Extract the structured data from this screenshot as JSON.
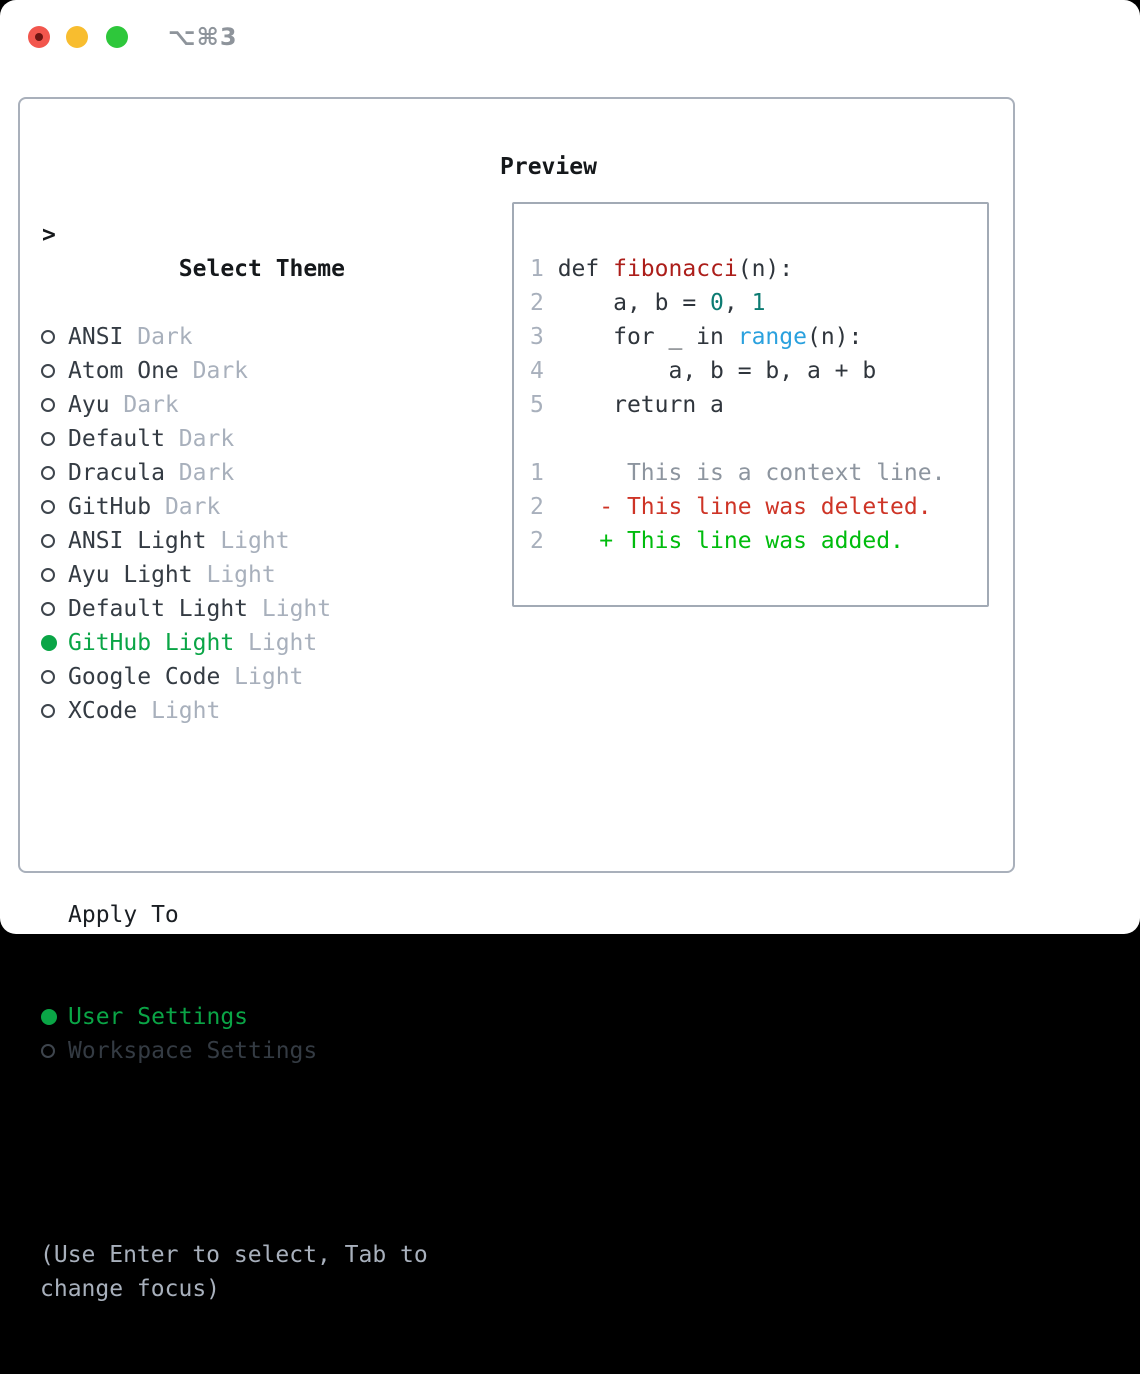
{
  "window": {
    "title": "⌥⌘3"
  },
  "traffic_lights": [
    {
      "name": "close-button",
      "color": "#f2564d",
      "has_dot": true
    },
    {
      "name": "minimize-button",
      "color": "#f8bd2f",
      "has_dot": false
    },
    {
      "name": "zoom-button",
      "color": "#2ec73b",
      "has_dot": false
    }
  ],
  "theme_list": {
    "prompt": ">",
    "header": "Select Theme",
    "items": [
      {
        "name": "ANSI",
        "tag": "Dark",
        "selected": false
      },
      {
        "name": "Atom One",
        "tag": "Dark",
        "selected": false
      },
      {
        "name": "Ayu",
        "tag": "Dark",
        "selected": false
      },
      {
        "name": "Default",
        "tag": "Dark",
        "selected": false
      },
      {
        "name": "Dracula",
        "tag": "Dark",
        "selected": false
      },
      {
        "name": "GitHub",
        "tag": "Dark",
        "selected": false
      },
      {
        "name": "ANSI Light",
        "tag": "Light",
        "selected": false
      },
      {
        "name": "Ayu Light",
        "tag": "Light",
        "selected": false
      },
      {
        "name": "Default Light",
        "tag": "Light",
        "selected": false
      },
      {
        "name": "GitHub Light",
        "tag": "Light",
        "selected": true
      },
      {
        "name": "Google Code",
        "tag": "Light",
        "selected": false
      },
      {
        "name": "XCode",
        "tag": "Light",
        "selected": false
      }
    ]
  },
  "apply_to": {
    "header": "Apply To",
    "options": [
      {
        "label": "User Settings",
        "selected": true
      },
      {
        "label": "Workspace Settings",
        "selected": false
      }
    ]
  },
  "hint": "(Use Enter to select, Tab to change focus)",
  "preview": {
    "header": "Preview",
    "lines": [
      {
        "num": "1",
        "segments": [
          {
            "t": " def ",
            "c": "main"
          },
          {
            "t": "fibonacci",
            "c": "func"
          },
          {
            "t": "(n):",
            "c": "main"
          }
        ]
      },
      {
        "num": "2",
        "segments": [
          {
            "t": "     a, b = ",
            "c": "main"
          },
          {
            "t": "0",
            "c": "numlit"
          },
          {
            "t": ", ",
            "c": "main"
          },
          {
            "t": "1",
            "c": "numlit"
          }
        ]
      },
      {
        "num": "3",
        "segments": [
          {
            "t": "     for _ in ",
            "c": "main"
          },
          {
            "t": "range",
            "c": "builtin"
          },
          {
            "t": "(n):",
            "c": "main"
          }
        ]
      },
      {
        "num": "4",
        "segments": [
          {
            "t": "         a, b = b, a + b",
            "c": "main"
          }
        ]
      },
      {
        "num": "5",
        "segments": [
          {
            "t": "     return a",
            "c": "main"
          }
        ]
      },
      {
        "num": "",
        "segments": []
      },
      {
        "num": "1",
        "segments": [
          {
            "t": "      This is a context line.",
            "c": "ctx"
          }
        ]
      },
      {
        "num": "2",
        "segments": [
          {
            "t": "    - This line was deleted.",
            "c": "del"
          }
        ]
      },
      {
        "num": "2",
        "segments": [
          {
            "t": "    + This line was added.",
            "c": "add"
          }
        ]
      }
    ]
  },
  "colors": {
    "selected_green": "#0aa546",
    "added_green": "#00bc0d",
    "deleted_red": "#ce3426",
    "function_red": "#ac1e1a",
    "number_teal": "#0c7b72",
    "builtin_blue": "#2aa1de",
    "dim_gray": "#a8b0bc",
    "context_gray": "#8d959f",
    "text_dark": "#2f353c",
    "panel_border": "#a9b0bb"
  }
}
